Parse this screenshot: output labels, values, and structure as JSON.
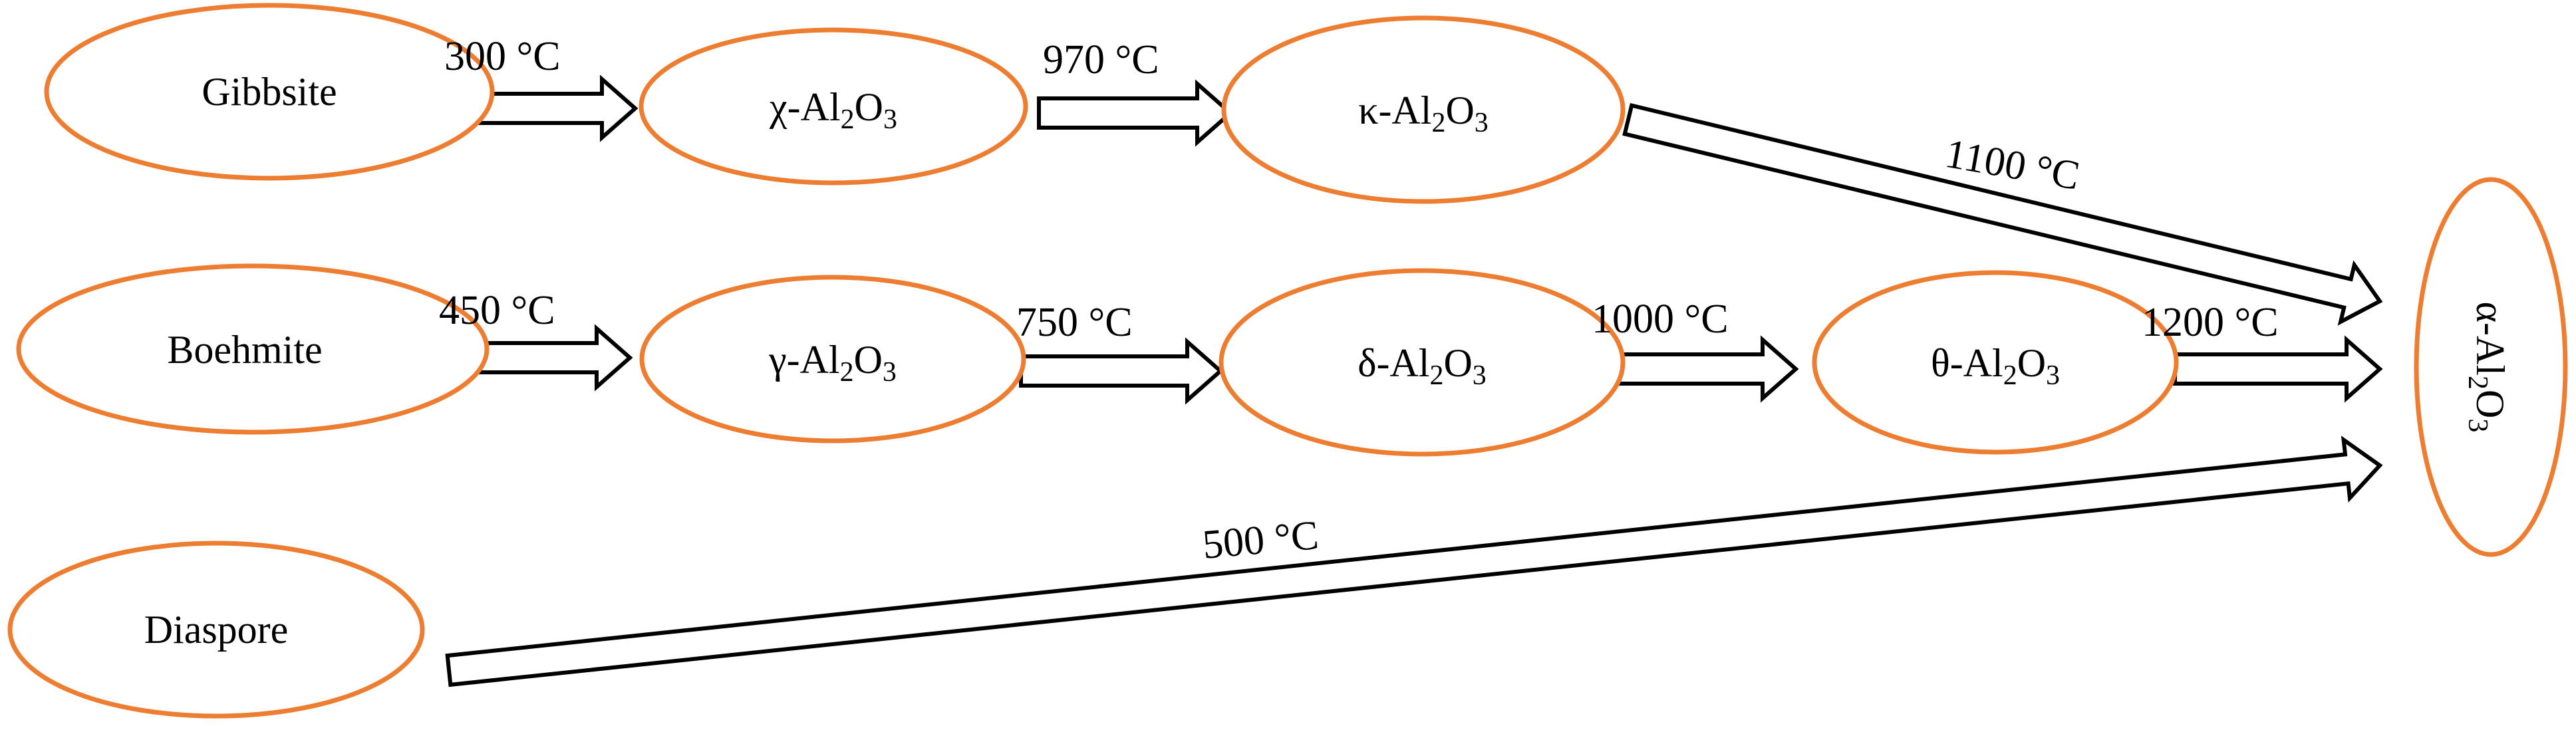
{
  "colors": {
    "node_border": "#ED7D31",
    "arrow_stroke": "#000000",
    "text": "#000000",
    "background": "#FFFFFF"
  },
  "nodes": {
    "gibbsite": {
      "label": "Gibbsite"
    },
    "boehmite": {
      "label": "Boehmite"
    },
    "diaspore": {
      "label": "Diaspore"
    },
    "chi": {
      "prefix": "χ-Al",
      "sub1": "2",
      "mid": "O",
      "sub2": "3"
    },
    "kappa": {
      "prefix": "κ-Al",
      "sub1": "2",
      "mid": "O",
      "sub2": "3"
    },
    "gamma": {
      "prefix": "γ-Al",
      "sub1": "2",
      "mid": "O",
      "sub2": "3"
    },
    "delta": {
      "prefix": "δ-Al",
      "sub1": "2",
      "mid": "O",
      "sub2": "3"
    },
    "theta": {
      "prefix": "θ-Al",
      "sub1": "2",
      "mid": "O",
      "sub2": "3"
    },
    "alpha": {
      "prefix": "α-Al",
      "sub1": "2",
      "mid": "O",
      "sub2": "3"
    }
  },
  "edges": {
    "gibbsite_chi": "300 °C",
    "chi_kappa": "970 °C",
    "kappa_alpha": "1100 °C",
    "boehmite_gamma": "450 °C",
    "gamma_delta": "750 °C",
    "delta_theta": "1000 °C",
    "theta_alpha": "1200 °C",
    "diaspore_alpha": "500 °C"
  }
}
